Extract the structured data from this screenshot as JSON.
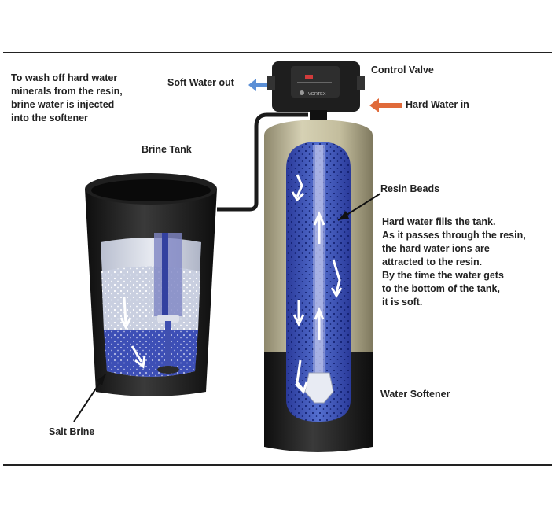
{
  "labels": {
    "intro": [
      "To wash off hard water",
      "minerals from the resin,",
      "brine water is injected",
      "into the softener"
    ],
    "soft_water_out": "Soft Water out",
    "control_valve": "Control Valve",
    "hard_water_in": "Hard Water in",
    "brine_tank": "Brine Tank",
    "resin_beads": "Resin Beads",
    "description": [
      "Hard water fills the tank.",
      "As it passes through the resin,",
      "the hard water ions are",
      "attracted to the resin.",
      "By the time the water gets",
      "to the bottom of the tank,",
      "it is soft."
    ],
    "water_softener": "Water Softener",
    "salt_brine": "Salt Brine"
  },
  "valve_brand": "VORTEX",
  "colors": {
    "soft_arrow": "#5b8fd6",
    "hard_arrow": "#e06a3a",
    "tank_tan": "#c9c3a4",
    "water_blue": "#3b52b8",
    "tank_black": "#1c1c1c"
  }
}
